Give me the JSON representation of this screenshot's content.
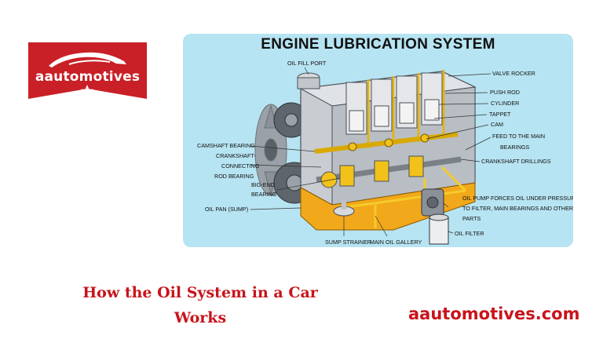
{
  "logo": {
    "text": "aautomotives",
    "car_icon": "car-icon",
    "star_icon": "star-icon"
  },
  "diagram": {
    "title": "ENGINE LUBRICATION SYSTEM",
    "labels": {
      "oil_fill_port": "OIL FILL PORT",
      "valve_rocker": "VALVE ROCKER",
      "push_rod": "PUSH ROD",
      "cylinder": "CYLINDER",
      "tappet": "TAPPET",
      "cam": "CAM",
      "feed_main_bearings_1": "FEED TO THE MAIN",
      "feed_main_bearings_2": "BEARINGS",
      "camshaft_bearing": "CAMSHAFT BEARING",
      "crankshaft": "CRANKSHAFT-",
      "connecting": "CONNECTING",
      "rod_bearing": "ROD BEARING",
      "crankshaft_drillings": "CRANKSHAFT DRILLINGS",
      "big_end_1": "BIG-END",
      "big_end_2": "BEARING",
      "oil_pan": "OIL PAN (SUMP)",
      "oil_pump_1": "OIL PUMP FORCES OIL UNDER PRESSURE",
      "oil_pump_2": "TO FILTER, MAIN BEARINGS AND OTHER",
      "oil_pump_3": "PARTS",
      "oil_filter": "OIL FILTER",
      "sump_strainer": "SUMP STRAINER",
      "main_oil_gallery": "MAIN OIL GALLERY"
    }
  },
  "caption": {
    "line1": "How the Oil System in a Car",
    "line2": "Works"
  },
  "site": "aautomotives.com",
  "colors": {
    "brand_red": "#c91f26",
    "panel_blue": "#b7e4f2",
    "oil_yellow": "#f2c21b"
  }
}
